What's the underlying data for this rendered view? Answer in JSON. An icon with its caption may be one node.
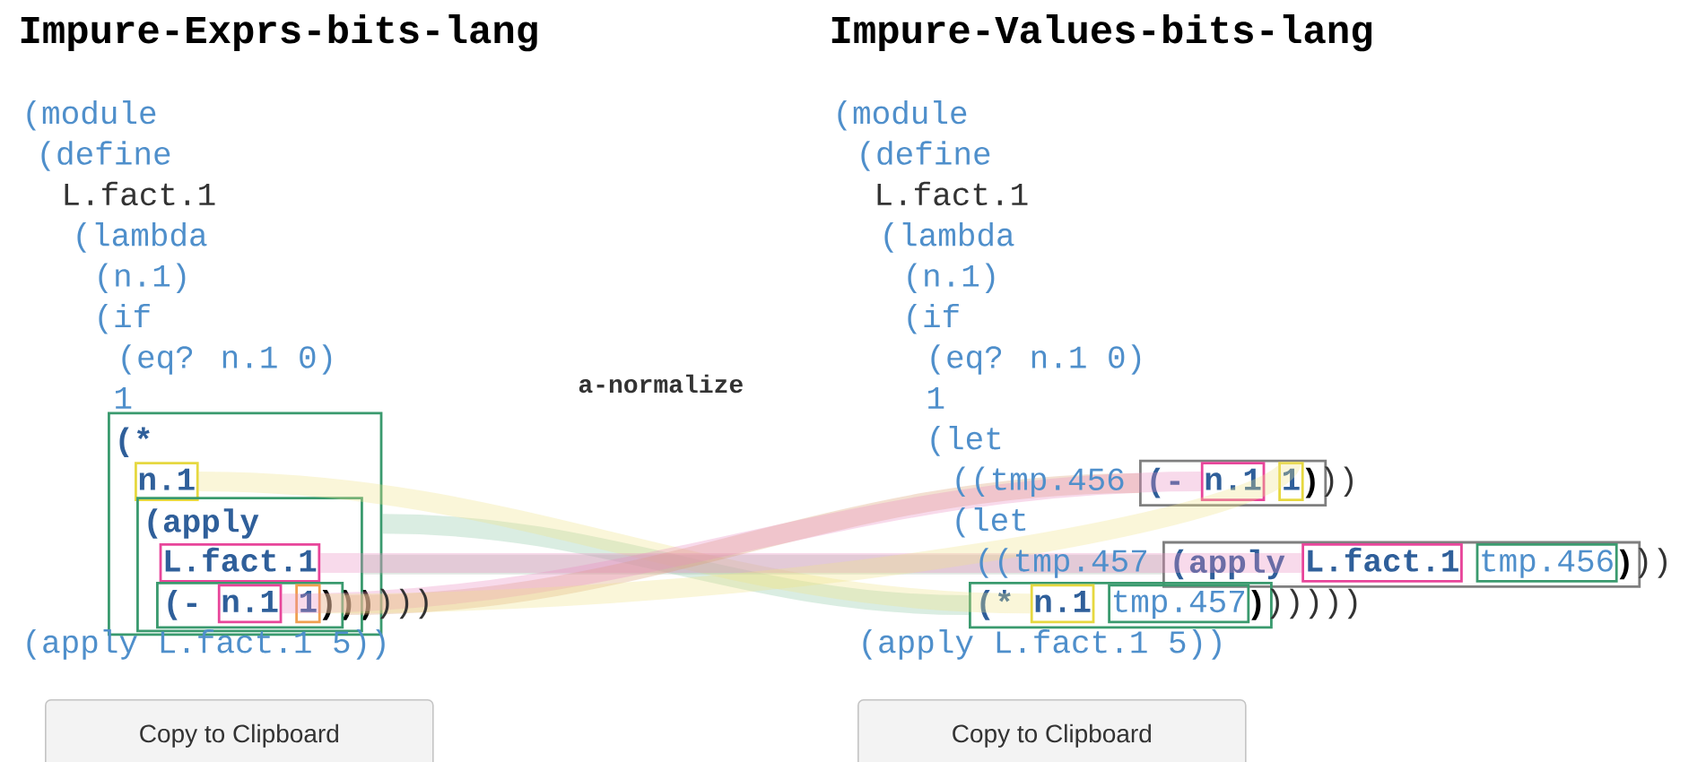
{
  "diagram": {
    "nodes": [
      {
        "text": [
          "(*",
          ")"
        ]
      },
      {
        "text": [
          "n.1"
        ],
        "in": 0
      },
      {
        "text": [
          "(apply",
          ")"
        ],
        "in": 0
      },
      {
        "text": [
          "L.fact.1"
        ],
        "in": 2
      },
      {
        "text": [
          "(-",
          ")"
        ],
        "in": 2
      },
      {
        "text": [
          "n.1"
        ],
        "in": 4
      },
      {
        "text": [
          "1"
        ],
        "in": 4
      },
      {
        "text": [
          "(-",
          ")"
        ]
      },
      {
        "text": [
          "n.1"
        ],
        "in": 7
      },
      {
        "text": [
          "1"
        ],
        "in": 7
      },
      {
        "text": [
          "(apply",
          ")"
        ]
      },
      {
        "text": [
          "L.fact.1"
        ],
        "in": 10
      },
      {
        "text": [
          "tmp.456"
        ],
        "in": 10
      },
      {
        "text": [
          "(*",
          ")"
        ]
      },
      {
        "text": [
          "n.1"
        ],
        "in": 13
      },
      {
        "text": [
          "tmp.457"
        ],
        "in": 13
      }
    ],
    "edges": [
      {
        "from": 0,
        "to": 13,
        "arrow": "none",
        "color": "#8cc7a6"
      },
      {
        "from": 1,
        "to": 14,
        "arrow": "none",
        "color": "#efe48a"
      },
      {
        "from": 2,
        "to": 10,
        "arrow": "none",
        "color": "#9fb5a6"
      },
      {
        "from": 3,
        "to": 11,
        "arrow": "none",
        "color": "#e98cc0"
      },
      {
        "from": 4,
        "to": 7,
        "arrow": "none",
        "color": "#d9a070"
      },
      {
        "from": 5,
        "to": 8,
        "arrow": "none",
        "color": "#e98cc0"
      },
      {
        "from": 6,
        "to": 9,
        "arrow": "none",
        "color": "#efe48a"
      }
    ],
    "labels": [
      "Impure-Exprs-bits-lang",
      "Impure-Values-bits-lang",
      "a-normalize",
      "(module",
      "(define",
      "L.fact.1",
      "(lambda",
      "(n.1)",
      "(if",
      "(eq? n.1 0)",
      "1",
      ")))",
      "(apply L.fact.1 5))",
      "(module",
      "(define",
      "L.fact.1",
      "(lambda",
      "(n.1)",
      "(if",
      "(eq? n.1 0)",
      "1",
      "(let",
      "((tmp.456",
      "))",
      "(let",
      "((tmp.457",
      "))",
      ")))))",
      "(apply L.fact.1 5))",
      "Copy to Clipboard",
      "Copy to Clipboard"
    ]
  }
}
